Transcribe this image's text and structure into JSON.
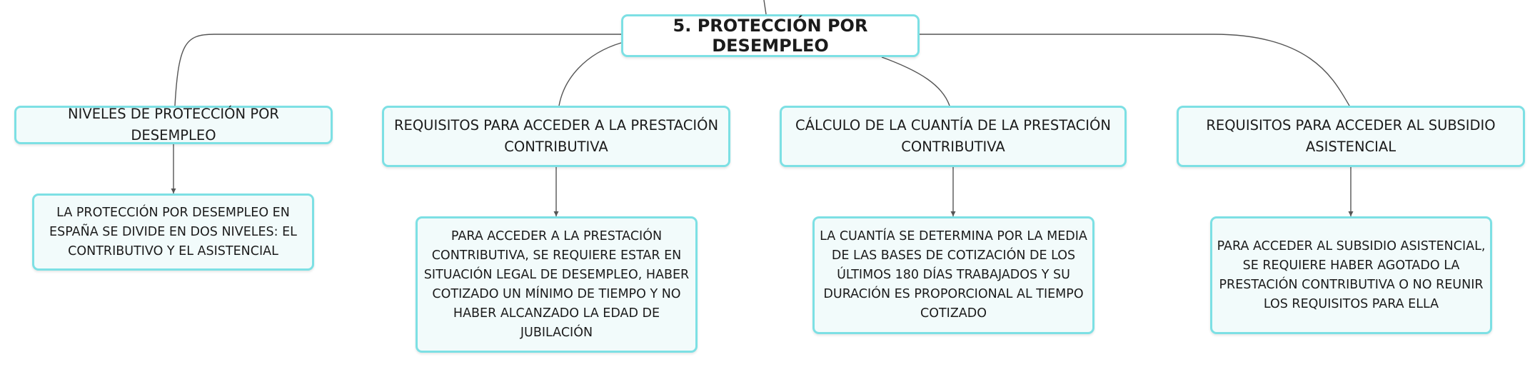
{
  "map": {
    "root": "5. PROTECCIÓN POR DESEMPLEO",
    "topics": [
      {
        "title": "NIVELES DE PROTECCIÓN POR DESEMPLEO",
        "detail": "LA PROTECCIÓN POR DESEMPLEO EN ESPAÑA SE DIVIDE EN DOS NIVELES: EL CONTRIBUTIVO Y EL ASISTENCIAL"
      },
      {
        "title": "REQUISITOS PARA ACCEDER A LA PRESTACIÓN CONTRIBUTIVA",
        "detail": "PARA ACCEDER A LA PRESTACIÓN CONTRIBUTIVA, SE REQUIERE ESTAR EN SITUACIÓN LEGAL DE DESEMPLEO, HABER COTIZADO UN MÍNIMO DE TIEMPO Y NO HABER ALCANZADO LA EDAD DE JUBILACIÓN"
      },
      {
        "title": "CÁLCULO DE LA CUANTÍA DE LA PRESTACIÓN CONTRIBUTIVA",
        "detail": "LA CUANTÍA SE DETERMINA POR LA MEDIA DE LAS BASES DE COTIZACIÓN DE LOS ÚLTIMOS 180 DÍAS TRABAJADOS Y SU DURACIÓN ES PROPORCIONAL AL TIEMPO COTIZADO"
      },
      {
        "title": "REQUISITOS PARA ACCEDER AL SUBSIDIO ASISTENCIAL",
        "detail": "PARA ACCEDER AL SUBSIDIO ASISTENCIAL, SE REQUIERE HABER AGOTADO LA PRESTACIÓN CONTRIBUTIVA O NO REUNIR LOS REQUISITOS PARA ELLA"
      }
    ]
  },
  "colors": {
    "node_border": "#7de0e4",
    "node_fill": "#f2fbfb",
    "connector": "#555555"
  }
}
